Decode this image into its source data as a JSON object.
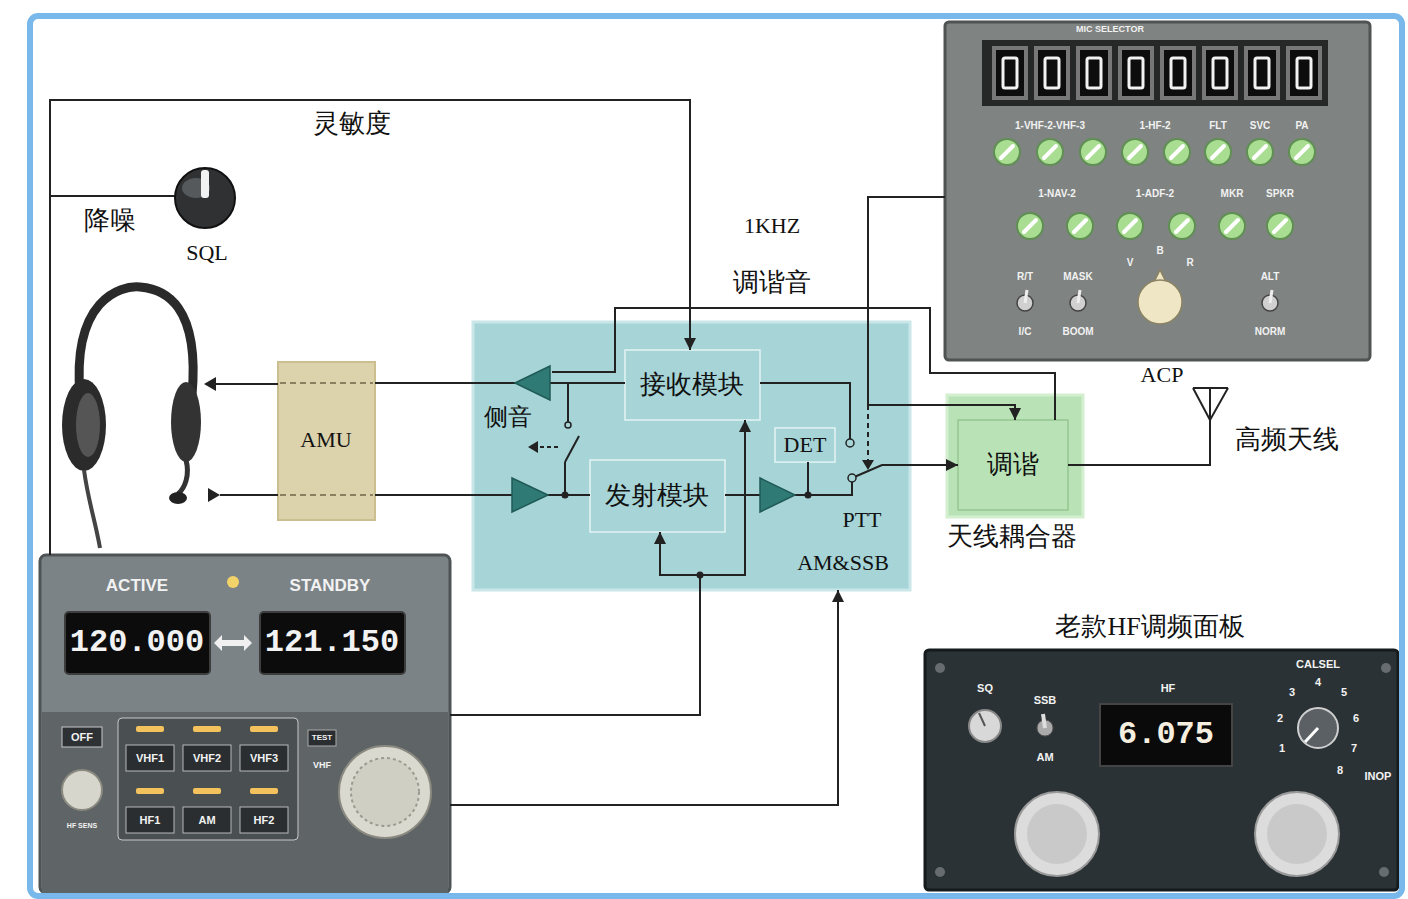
{
  "diagram": {
    "nodes": [
      {
        "text": [
          "MIC SELECTOR",
          "1-VHF-2-VHF-3",
          "1-HF-2",
          "FLT",
          "SVC",
          "PA",
          "1-NAV-2",
          "1-ADF-2",
          "MKR",
          "SPKR",
          "R/T",
          "I/C",
          "MASK",
          "BOOM",
          "V",
          "B",
          "R",
          "ALT",
          "NORM",
          "ACP"
        ]
      },
      {
        "text": [
          "AMU"
        ]
      },
      {
        "text": [
          "侧音",
          "PTT",
          "AM&SSB"
        ]
      },
      {
        "text": [
          "接收模块"
        ],
        "in": 2
      },
      {
        "text": [
          "DET"
        ],
        "in": 2
      },
      {
        "text": [
          "发射模块"
        ],
        "in": 2
      },
      {
        "text": [
          "天线耦合器"
        ]
      },
      {
        "text": [
          "调谐"
        ],
        "in": 6
      },
      {
        "text": [
          "ACTIVE",
          "STANDBY",
          "120.000",
          "121.150",
          "OFF",
          "VHF1",
          "VHF2",
          "VHF3",
          "HF1",
          "AM",
          "HF2",
          "TEST",
          "VHF",
          "HF SENS"
        ]
      },
      {
        "text": [
          "老款HF调频面板",
          "SQ",
          "SSB",
          "AM",
          "HF",
          "6.075",
          "CALSEL",
          "1",
          "2",
          "3",
          "4",
          "5",
          "6",
          "7",
          "8",
          "INOP"
        ]
      }
    ],
    "edges": [
      {
        "from": 3,
        "to": 1,
        "arrow": "none"
      },
      {
        "from": 1,
        "to": 5,
        "arrow": "none"
      },
      {
        "from": 5,
        "to": 7,
        "arrow": "to"
      },
      {
        "from": 8,
        "to": 5,
        "arrow": "to"
      },
      {
        "from": 8,
        "to": 3,
        "arrow": "to"
      },
      {
        "from": 8,
        "to": 2,
        "arrow": "to"
      },
      {
        "from": 8,
        "to": 3,
        "arrow": "to",
        "label": "灵敏度"
      },
      {
        "from": 0,
        "to": 7,
        "arrow": "to"
      },
      {
        "from": 7,
        "to": 2,
        "arrow": "none"
      }
    ],
    "labels": [
      "降噪",
      "SQL",
      "1KHZ",
      "调谐音",
      "高频天线"
    ]
  }
}
